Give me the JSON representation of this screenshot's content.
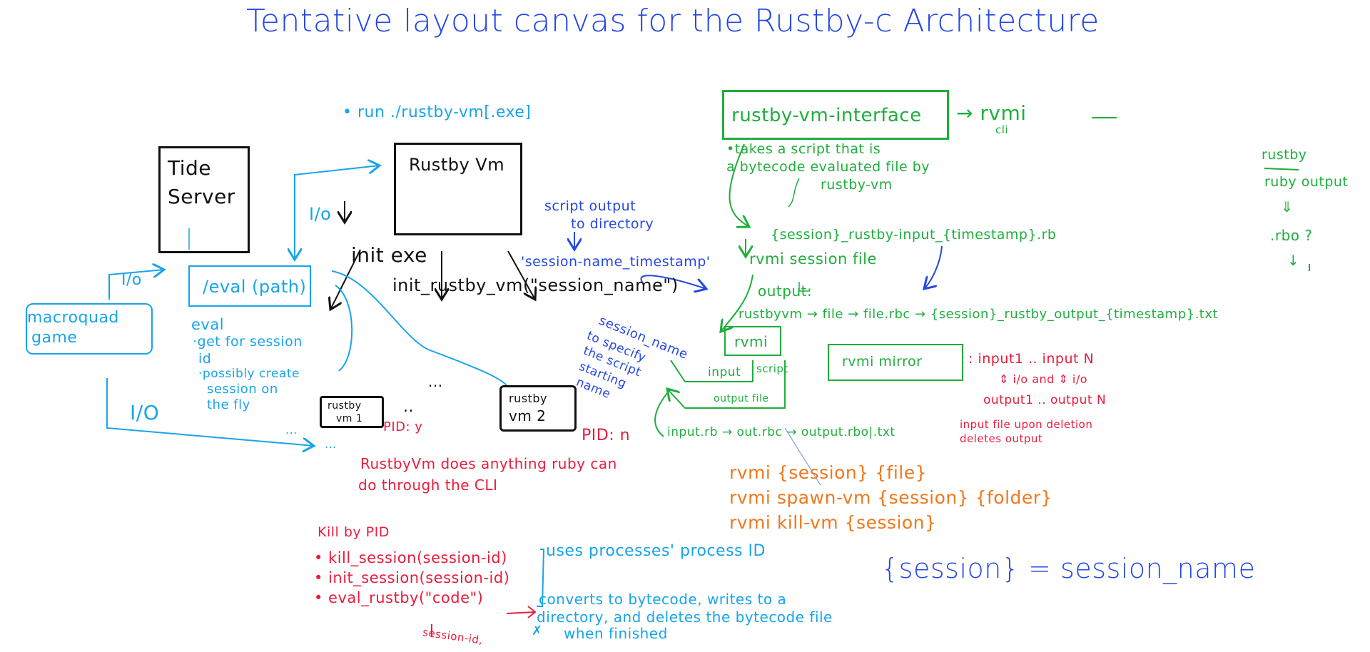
{
  "title": "Tentative layout canvas for the Rustby-c Architecture",
  "run_note": "• run ./rustby-vm[.exe]",
  "black": {
    "tide_server": [
      "Tide",
      "Server"
    ],
    "rustby_vm": "Rustby Vm",
    "init_exe": "init exe",
    "init_call": "init_rustby_vm(\"session_name\")",
    "vm1": [
      "rustby",
      "vm 1"
    ],
    "vm2": [
      "rustby",
      "vm 2"
    ],
    "ellipsis_mid": "..",
    "ellipsis_top": "..."
  },
  "cyan": {
    "io_top": "I/o",
    "io_left": "I/o",
    "io_bottom": "I/O",
    "eval_path": "/eval (path)",
    "macroquad": [
      "macroquad",
      "game"
    ],
    "eval_notes": [
      "eval",
      "·get for session",
      "id",
      "·possibly create",
      "session on",
      "the fly"
    ],
    "dots1": "...",
    "dots2": "...",
    "uses_pid": "uses processes' process ID",
    "converts": [
      "converts to bytecode, writes to a",
      "directory, and deletes the bytecode file",
      "when finished"
    ],
    "scribble": "✗"
  },
  "blue": {
    "script_output": [
      "script output",
      "to directory"
    ],
    "session_timestamp": "'session-name_timestamp'",
    "session_name_note": [
      "session_name",
      "to specify",
      "the script",
      "starting",
      "name"
    ],
    "equation": "{session} = session_name"
  },
  "green": {
    "interface_box": "rustby-vm-interface",
    "rvmi_cli": [
      "→ rvmi",
      "cli"
    ],
    "takes": [
      "•takes a script that is",
      "a bytecode evaluated file by",
      "rustby-vm"
    ],
    "input_file": "{session}_rustby-input_{timestamp}.rb",
    "session_file": "rvmi session file",
    "output_label": "output:",
    "pipeline": "rustbyvm → file → file.rbc → {session}_rustby_output_{timestamp}.txt",
    "rvmi_box": "rvmi",
    "input": "input",
    "script": "script",
    "output_file": "output file",
    "flow": "input.rb → out.rbc → output.rbo|.txt",
    "mirror_box": "rvmi mirror",
    "right_col": [
      "rustby",
      "ruby output",
      "⇓",
      ".rbo ?",
      "↓"
    ]
  },
  "red": {
    "pid_y": "PID: y",
    "pid_n": "PID: n",
    "does_anything": [
      "RustbyVm does anything ruby can",
      "do through the CLI"
    ],
    "kill_by_pid": "Kill by PID",
    "functions": [
      "• kill_session(session-id)",
      "• init_session(session-id)",
      "• eval_rustby(\"code\")"
    ],
    "session_id": "session-id,",
    "mirror_inputs": ": input1 .. input N",
    "mirror_io": "⇕ i/o and ⇕ i/o",
    "mirror_outputs": "output1 .. output N",
    "deletion": [
      "input file upon deletion",
      "deletes output"
    ]
  },
  "orange": {
    "commands": [
      "rvmi {session} {file}",
      "rvmi spawn-vm {session} {folder}",
      "rvmi kill-vm {session}"
    ]
  },
  "colors": {
    "black": "#111111",
    "cyan": "#18a4ea",
    "blue": "#2447e6",
    "green": "#1fae3c",
    "red": "#ea1c3c",
    "orange": "#f0781c"
  }
}
